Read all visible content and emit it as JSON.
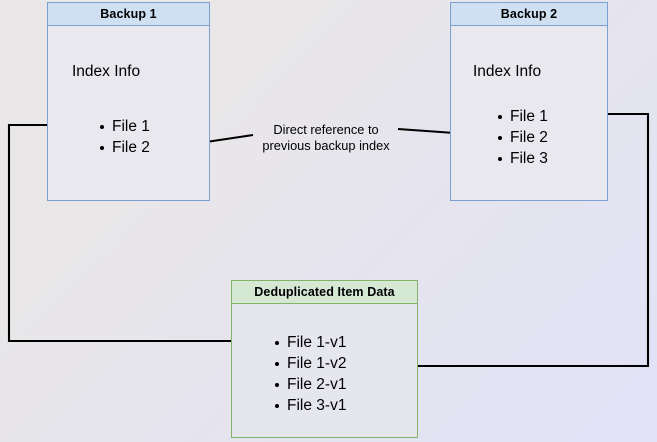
{
  "diagram": {
    "title_hidden": "",
    "background": {
      "from": "#e9e7e7",
      "to": "#e2e2f7"
    },
    "colors": {
      "blue_border": "#7b9fce",
      "blue_header_fill": "#cfe0f3",
      "green_border": "#82b366",
      "green_header_fill": "#d5e8d4",
      "box_fill": "#e9e8ee",
      "arrow": "#000000"
    },
    "boxes": [
      {
        "id": "backup1",
        "title": "Backup 1",
        "section_label": "Index Info",
        "items": [
          "File 1",
          "File 2"
        ]
      },
      {
        "id": "backup2",
        "title": "Backup 2",
        "section_label": "Index Info",
        "items": [
          "File 1",
          "File 2",
          "File 3"
        ]
      },
      {
        "id": "dedup",
        "title": "Deduplicated Item Data",
        "items": [
          "File 1-v1",
          "File 1-v2",
          "File 2-v1",
          "File 3-v1"
        ]
      }
    ],
    "annotations": [
      {
        "id": "direct-reference",
        "text": "Direct reference to\nprevious backup index"
      }
    ]
  }
}
